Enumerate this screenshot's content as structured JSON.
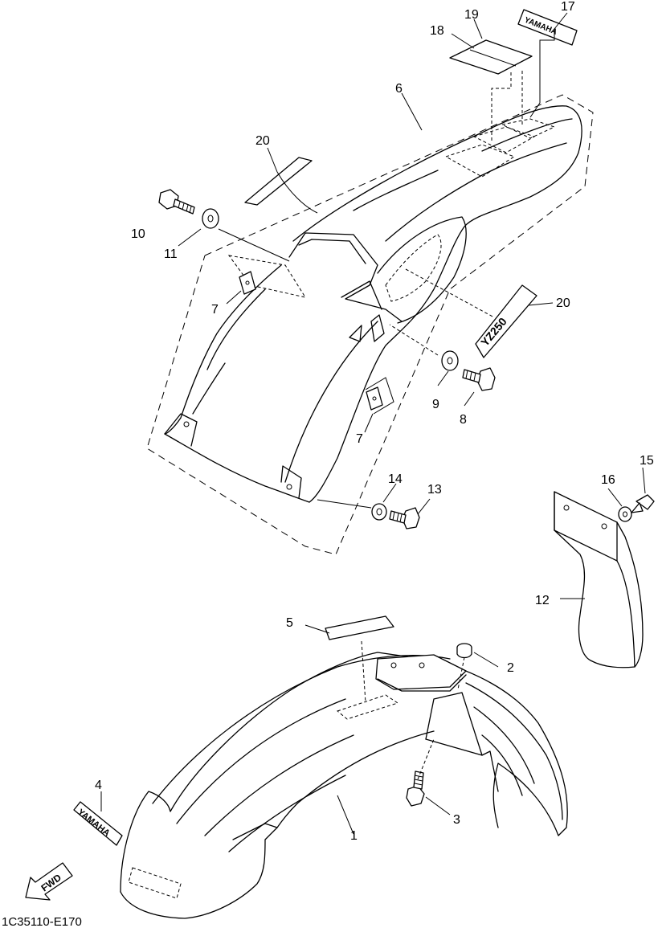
{
  "diagram": {
    "drawing_code": "1C35110-E170",
    "direction_marker": "FWD",
    "decals": {
      "front_fender_brand": "YAMAHA",
      "side_cover_model": "YZ250",
      "rear_fender_top": "YAMAHA"
    },
    "callouts": [
      {
        "id": "1"
      },
      {
        "id": "2"
      },
      {
        "id": "3"
      },
      {
        "id": "4"
      },
      {
        "id": "5"
      },
      {
        "id": "6"
      },
      {
        "id": "7"
      },
      {
        "id": "7"
      },
      {
        "id": "8"
      },
      {
        "id": "9"
      },
      {
        "id": "10"
      },
      {
        "id": "11"
      },
      {
        "id": "12"
      },
      {
        "id": "13"
      },
      {
        "id": "14"
      },
      {
        "id": "15"
      },
      {
        "id": "16"
      },
      {
        "id": "17"
      },
      {
        "id": "18"
      },
      {
        "id": "19"
      },
      {
        "id": "20"
      },
      {
        "id": "20"
      }
    ]
  }
}
